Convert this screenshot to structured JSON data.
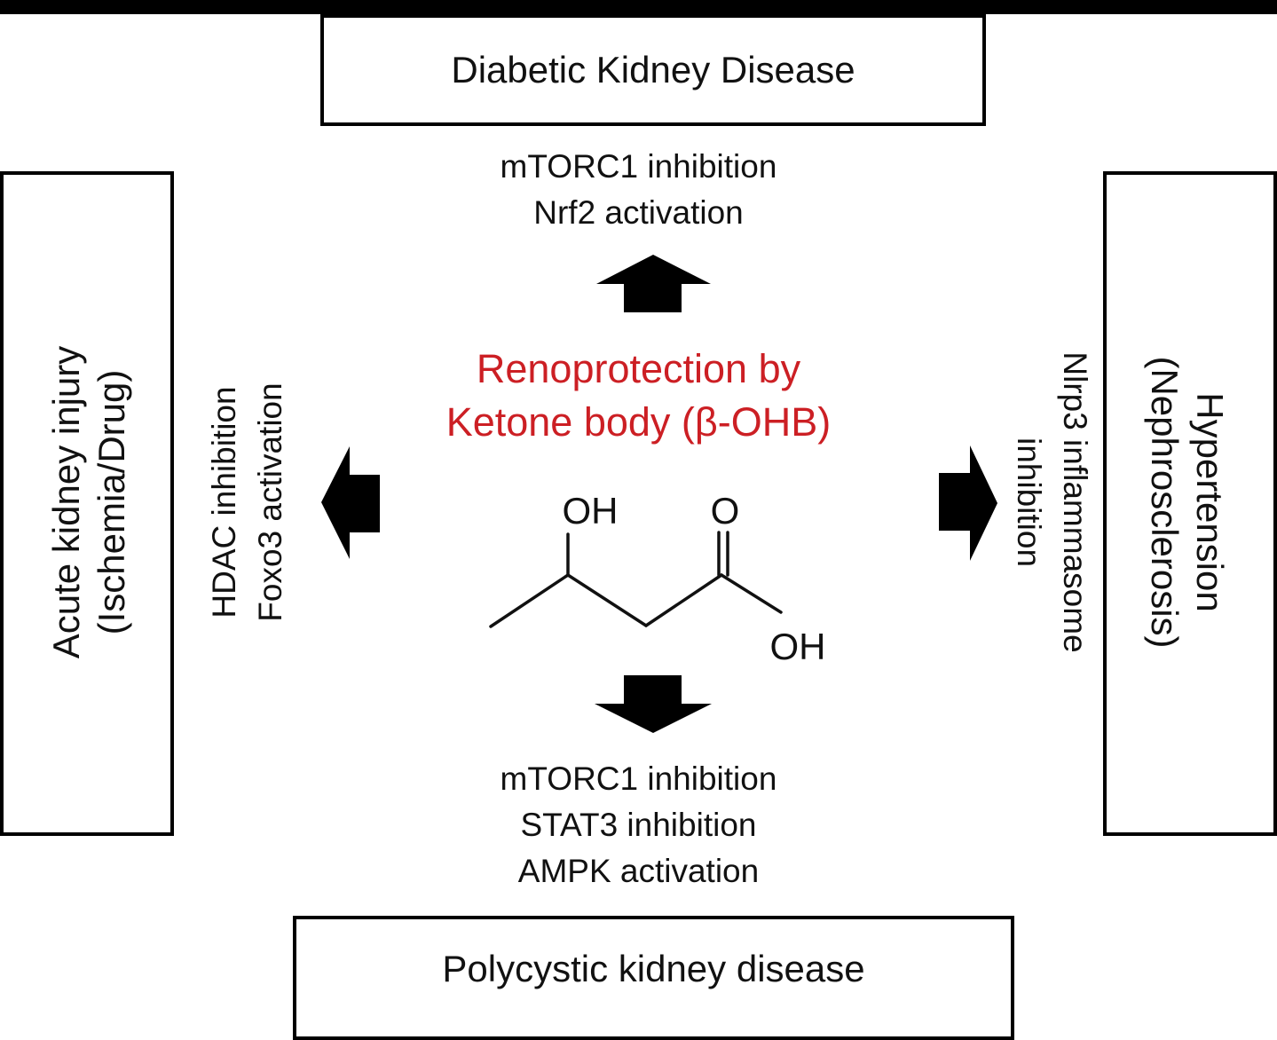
{
  "diagram": {
    "title_lines": [
      "Renoprotection by",
      "Ketone body (β-OHB)"
    ],
    "title_color": "#cc1f24",
    "molecule": {
      "name": "beta-hydroxybutyrate",
      "labels": {
        "hydroxyl": "OH",
        "carbonyl_oxygen": "O",
        "acid_hydroxyl": "OH"
      }
    },
    "conditions": {
      "top": {
        "label": "Diabetic Kidney Disease",
        "arrow": "up-arrow",
        "effects": [
          "mTORC1 inhibition",
          "Nrf2 activation"
        ]
      },
      "left": {
        "label_lines": [
          "Acute kidney injury",
          "(Ischemia/Drug)"
        ],
        "arrow": "left-arrow",
        "effects": [
          "HDAC inhibition",
          "Foxo3 activation"
        ]
      },
      "right": {
        "label_lines": [
          "Hypertension",
          "(Nephrosclerosis)"
        ],
        "arrow": "right-arrow",
        "effects": [
          "Nlrp3 inflammasome",
          "inhibition"
        ]
      },
      "bottom": {
        "label": "Polycystic kidney disease",
        "arrow": "down-arrow",
        "effects": [
          "mTORC1 inhibition",
          "STAT3 inhibition",
          "AMPK activation"
        ]
      }
    }
  }
}
